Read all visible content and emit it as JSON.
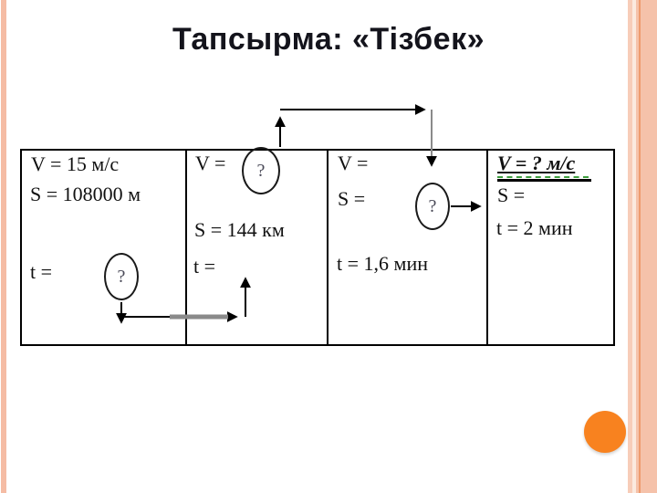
{
  "title": "Тапсырма: «Тізбек»",
  "table": {
    "cells": [
      {
        "v": "V = 15 м/с",
        "s": "S = 108000 м",
        "t": "t =",
        "q": "?"
      },
      {
        "v": "V =",
        "s": "S = 144 км",
        "t": "t =",
        "q": "?"
      },
      {
        "v": "V =",
        "s": "S =",
        "t": "t = 1,6 мин",
        "q": "?"
      },
      {
        "v": "V = ? м/с",
        "s": "S =",
        "t": "t = 2 мин"
      }
    ]
  },
  "decor": {
    "stripe_salmon": "#F5BCA4",
    "stripe_salmon_light": "#F7CDB9",
    "accent_orange_line": "#EE9B6F",
    "circle_orange": "#F8821F",
    "table_border": "#000000",
    "arrow_color": "#000000",
    "squiggle_green": "#3E9E3E",
    "title_color": "#14141c"
  }
}
